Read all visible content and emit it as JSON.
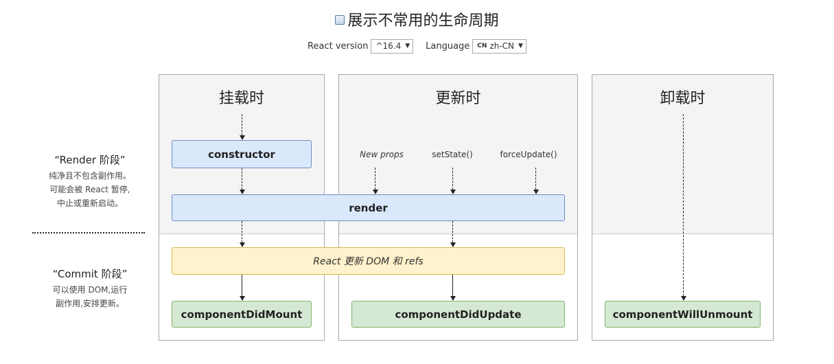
{
  "header": {
    "title": "展示不常用的生命周期",
    "react_version_label": "React version",
    "react_version_value": "^16.4",
    "language_label": "Language",
    "language_flag": "CN",
    "language_value": "zh-CN",
    "dropdown_arrow": "▼"
  },
  "phases": {
    "render": {
      "title": "“Render 阶段”",
      "desc": [
        "纯净且不包含副作用。",
        "可能会被 React 暂停,",
        "中止或重新启动。"
      ]
    },
    "commit": {
      "title": "“Commit 阶段”",
      "desc": [
        "可以使用 DOM,运行",
        "副作用,安排更新。"
      ]
    }
  },
  "columns": {
    "mount": {
      "title": "挂载时"
    },
    "update": {
      "title": "更新时"
    },
    "unmount": {
      "title": "卸载时"
    }
  },
  "triggers": {
    "new_props": "New props",
    "set_state": "setState()",
    "force_update": "forceUpdate()"
  },
  "boxes": {
    "constructor": "constructor",
    "render": "render",
    "react_updates": "React 更新 DOM 和 refs",
    "component_did_mount": "componentDidMount",
    "component_did_update": "componentDidUpdate",
    "component_will_unmount": "componentWillUnmount"
  },
  "colors": {
    "blue_fill": "#dae8fc",
    "blue_stroke": "#6c8ebf",
    "green_fill": "#d5e8d4",
    "green_stroke": "#82b366",
    "yellow_fill": "#fff2cc",
    "yellow_stroke": "#d6b656",
    "column_top": "#f4f4f4"
  }
}
